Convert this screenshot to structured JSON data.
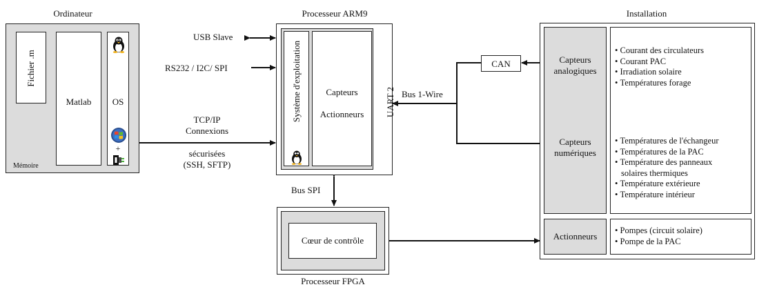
{
  "computer": {
    "title": "Ordinateur",
    "file_label": "Fichier .m",
    "matlab_label": "Matlab",
    "os_label": "OS",
    "plus_label": "+",
    "memory_label": "Mémoire"
  },
  "arm": {
    "title": "Processeur ARM9",
    "os_label": "Système d'exploitation",
    "sensors_label": "Capteurs",
    "actuators_label": "Actionneurs",
    "uart_label": "UART 2"
  },
  "links": {
    "usb": "USB Slave",
    "serial": "RS232 / I2C/ SPI",
    "tcp_lines": [
      "TCP/IP",
      "Connexions",
      "sécurisées",
      "(SSH, SFTP)"
    ],
    "onewire": "Bus 1-Wire",
    "spi": "Bus SPI",
    "can": "CAN"
  },
  "fpga": {
    "title": "Processeur FPGA",
    "core_label": "Cœur de contrôle"
  },
  "installation": {
    "title": "Installation",
    "analog": {
      "label_lines": [
        "Capteurs",
        "analogiques"
      ],
      "items": [
        "Courant des circulateurs",
        "Courant PAC",
        "Irradiation solaire",
        "Températures forage"
      ]
    },
    "digital": {
      "label_lines": [
        "Capteurs",
        "numériques"
      ],
      "items": [
        "Températures de l'échangeur",
        "Températures de la PAC",
        "Température des panneaux solaires thermiques",
        "Température extérieure",
        "Température intérieur"
      ]
    },
    "actuators": {
      "label": "Actionneurs",
      "items": [
        "Pompes (circuit solaire)",
        "Pompe de la PAC"
      ]
    }
  },
  "colors": {
    "panel_gray": "#dcdcdc",
    "line": "#111111"
  }
}
